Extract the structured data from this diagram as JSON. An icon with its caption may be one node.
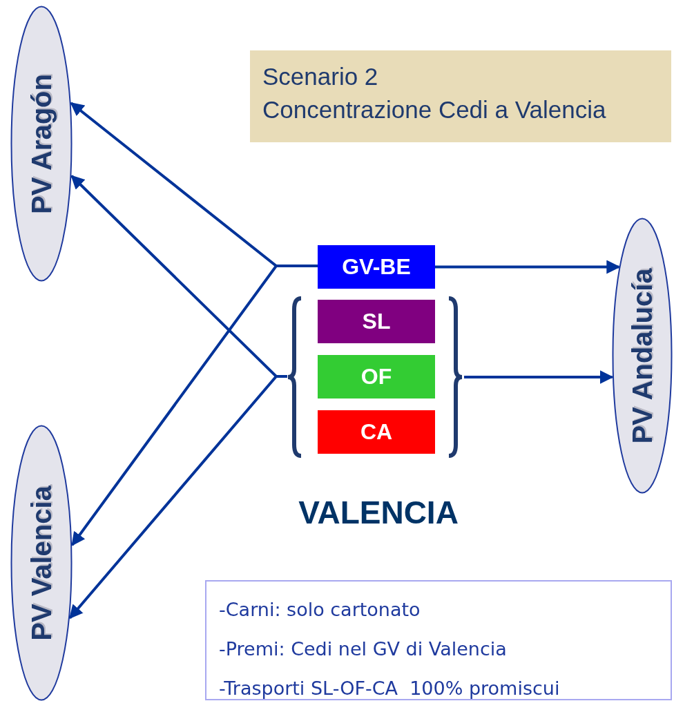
{
  "diagram": {
    "nodes": [
      {
        "text": [
          "Scenario 2",
          "Concentrazione Cedi a Valencia"
        ]
      },
      {
        "text": [
          "PV Aragón"
        ]
      },
      {
        "text": [
          "PV Valencia"
        ]
      },
      {
        "text": [
          "GV-BE"
        ]
      },
      {
        "text": [],
        "shape": "bracket"
      },
      {
        "text": [
          "SL"
        ],
        "in": 4
      },
      {
        "text": [
          "OF"
        ],
        "in": 4
      },
      {
        "text": [
          "CA"
        ],
        "in": 4
      },
      {
        "text": [
          "PV Andalucía"
        ]
      },
      {
        "text": [
          "-Carni: solo cartonato",
          "-Premi: Cedi nel GV di Valencia",
          "-Trasporti SL-OF-CA  100% promiscui"
        ]
      }
    ],
    "edges": [
      {
        "from": 3,
        "to": 1,
        "arrow": "to"
      },
      {
        "from": 3,
        "to": 2,
        "arrow": "to"
      },
      {
        "from": 4,
        "to": 1,
        "arrow": "to"
      },
      {
        "from": 4,
        "to": 2,
        "arrow": "to"
      },
      {
        "from": 3,
        "to": 8,
        "arrow": "to"
      },
      {
        "from": 4,
        "to": 8,
        "arrow": "to"
      }
    ],
    "labels": [
      "VALENCIA"
    ]
  }
}
